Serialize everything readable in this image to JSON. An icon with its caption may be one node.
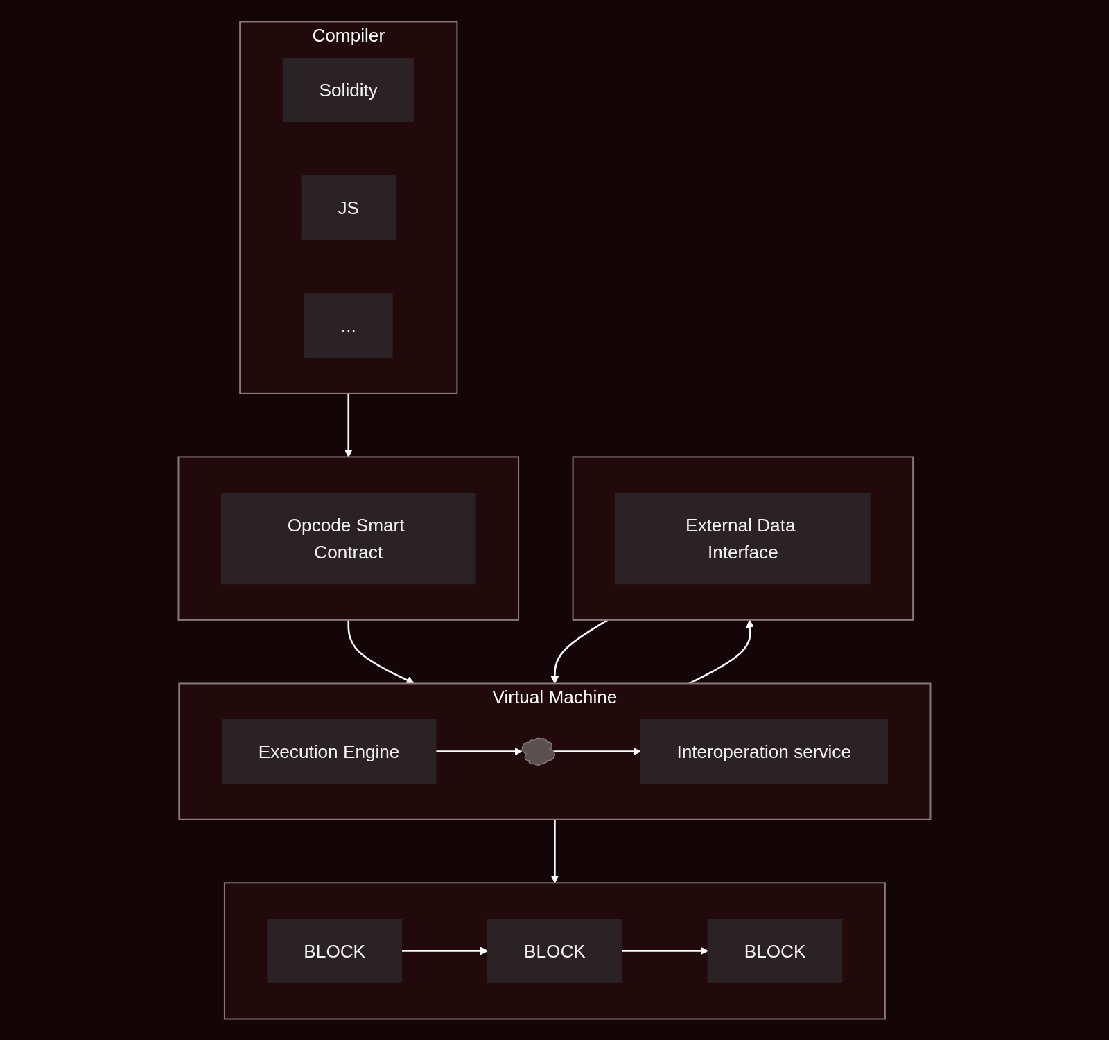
{
  "diagram": {
    "nodes": [
      {
        "text": [
          "Compiler"
        ]
      },
      {
        "text": [
          "Solidity"
        ],
        "in": 0
      },
      {
        "text": [
          "JS"
        ],
        "in": 0
      },
      {
        "text": [
          "..."
        ],
        "in": 0
      },
      {
        "text": [],
        "shape": "box"
      },
      {
        "text": [
          "Opcode Smart Contract"
        ],
        "in": 4
      },
      {
        "text": [
          "Virtual Machine"
        ]
      },
      {
        "text": [
          "Execution Engine"
        ],
        "in": 6
      },
      {
        "text": [],
        "shape": "cloud",
        "in": 6
      },
      {
        "text": [
          "Interoperation service"
        ],
        "in": 6
      },
      {
        "text": [],
        "shape": "box"
      },
      {
        "text": [
          "External Data Interface"
        ],
        "in": 10
      },
      {
        "text": [],
        "shape": "box"
      },
      {
        "text": [
          "BLOCK"
        ],
        "in": 12
      },
      {
        "text": [
          "BLOCK"
        ],
        "in": 12
      },
      {
        "text": [
          "BLOCK"
        ],
        "in": 12
      }
    ],
    "edges": [
      {
        "from": 0,
        "to": 4,
        "arrow": "to"
      },
      {
        "from": 4,
        "to": 6,
        "arrow": "to"
      },
      {
        "from": 7,
        "to": 8,
        "arrow": "to"
      },
      {
        "from": 8,
        "to": 9,
        "arrow": "to"
      },
      {
        "from": 6,
        "to": 10,
        "arrow": "to"
      },
      {
        "from": 10,
        "to": 6,
        "arrow": "to"
      },
      {
        "from": 6,
        "to": 12,
        "arrow": "to"
      },
      {
        "from": 13,
        "to": 14,
        "arrow": "to"
      },
      {
        "from": 14,
        "to": 15,
        "arrow": "to"
      }
    ]
  }
}
